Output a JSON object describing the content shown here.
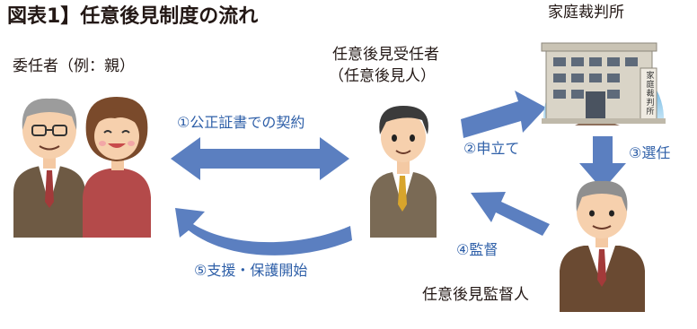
{
  "title": "図表1】任意後見制度の流れ",
  "parties": {
    "principal": "委任者（例：親）",
    "guardian_line1": "任意後見受任者",
    "guardian_line2": "（任意後見人）",
    "court": "家庭裁判所",
    "supervisor": "任意後見監督人"
  },
  "court_sign": "家庭裁判所",
  "steps": {
    "s1": "①公正証書での契約",
    "s2": "②申立て",
    "s3": "③選任",
    "s4": "④監督",
    "s5": "⑤支援・保護開始"
  },
  "colors": {
    "arrow": "#5b7fc0",
    "step_text": "#2e5fa8",
    "suit_brown": "#6e5a44",
    "dress_red": "#b44a4a",
    "building": "#d9d4c7",
    "sky": "#4ea6d9"
  }
}
